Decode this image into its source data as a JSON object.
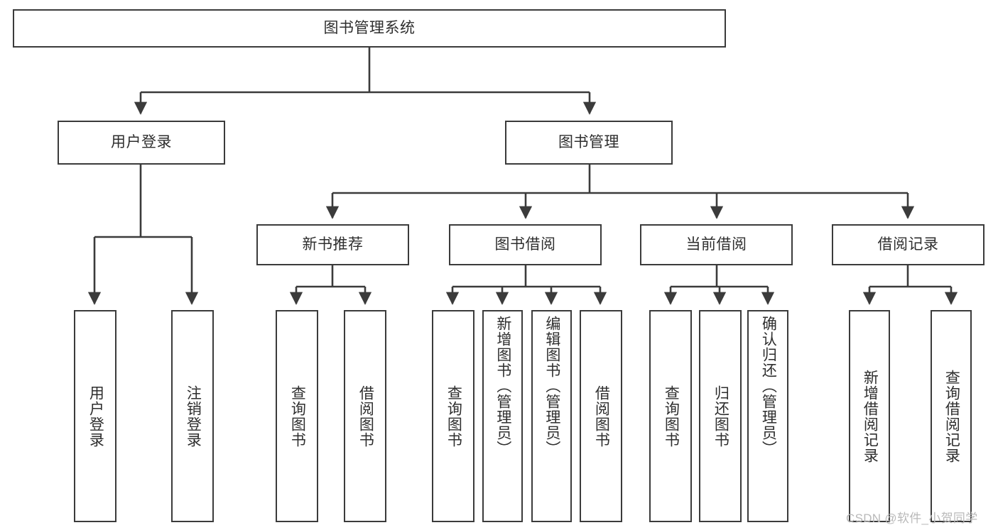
{
  "diagram": {
    "type": "tree-hierarchy",
    "title": "图书管理系统",
    "watermark": "CSDN @软件_小贺同学",
    "colors": {
      "box_border": "#3b3b3b",
      "box_fill": "#ffffff",
      "connector": "#3b3b3b",
      "text": "#2e2e2e",
      "watermark": "#b9b9b9",
      "background": "#ffffff"
    },
    "root": {
      "label": "图书管理系统"
    },
    "level2": [
      {
        "id": "user-login",
        "label": "用户登录"
      },
      {
        "id": "book-management",
        "label": "图书管理"
      }
    ],
    "level3": [
      {
        "id": "new-book-recommend",
        "label": "新书推荐"
      },
      {
        "id": "book-borrow",
        "label": "图书借阅"
      },
      {
        "id": "current-borrow",
        "label": "当前借阅"
      },
      {
        "id": "borrow-record",
        "label": "借阅记录"
      }
    ],
    "leaves": {
      "user_login": [
        {
          "id": "leaf-user-login",
          "label": "用户登录"
        },
        {
          "id": "leaf-logout-login",
          "label": "注销登录"
        }
      ],
      "new_book_recommend": [
        {
          "id": "leaf-query-book-1",
          "label": "查询图书"
        },
        {
          "id": "leaf-borrow-book-1",
          "label": "借阅图书"
        }
      ],
      "book_borrow": [
        {
          "id": "leaf-query-book-2",
          "label": "查询图书"
        },
        {
          "id": "leaf-add-book",
          "label": "新增图书（管理员）"
        },
        {
          "id": "leaf-edit-book",
          "label": "编辑图书（管理员）"
        },
        {
          "id": "leaf-borrow-book-2",
          "label": "借阅图书"
        }
      ],
      "current_borrow": [
        {
          "id": "leaf-query-book-3",
          "label": "查询图书"
        },
        {
          "id": "leaf-return-book",
          "label": "归还图书"
        },
        {
          "id": "leaf-confirm-return",
          "label": "确认归还（管理员）"
        }
      ],
      "borrow_record": [
        {
          "id": "leaf-add-record",
          "label": "新增借阅记录"
        },
        {
          "id": "leaf-query-record",
          "label": "查询借阅记录"
        }
      ]
    }
  }
}
